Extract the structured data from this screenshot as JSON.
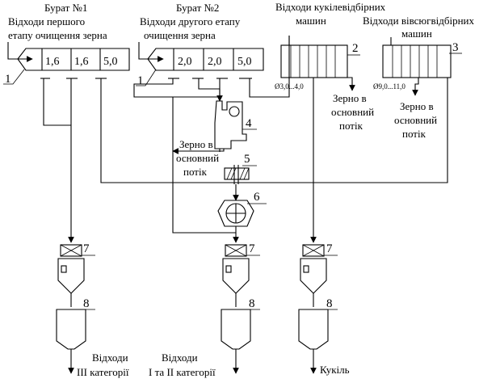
{
  "burat1": {
    "title": "Бурат №1",
    "desc_line1": "Відходи першого",
    "desc_line2": "етапу очищення зерна",
    "sieves": [
      "1,6",
      "1,6",
      "5,0"
    ],
    "num": "1"
  },
  "burat2": {
    "title": "Бурат №2",
    "desc_line1": "Відходи другого етапу",
    "desc_line2": "очищення зерна",
    "sieves": [
      "2,0",
      "2,0",
      "5,0"
    ],
    "num": "1"
  },
  "trieur_kukil": {
    "title_line1": "Відходи кукілевідбірних",
    "title_line2": "машин",
    "num": "2",
    "diameter": "Ø3,0...4,0",
    "out_line1": "Зерно в",
    "out_line2": "основний",
    "out_line3": "потік"
  },
  "trieur_vivsyug": {
    "title_line1": "Відходи вівсюгвідбірних",
    "title_line2": "машин",
    "num": "3",
    "diameter": "Ø9,0...11,0",
    "out_line1": "Зерно в",
    "out_line2": "основний",
    "out_line3": "потік"
  },
  "separator": {
    "num": "4",
    "out_line1": "Зерно в",
    "out_line2": "основний",
    "out_line3": "потік"
  },
  "magnet": {
    "num": "5"
  },
  "crusher": {
    "num": "6"
  },
  "scales_num": "7",
  "bunker_num": "8",
  "outputs": {
    "left_line1": "Відходи",
    "left_line2": "ІІІ категорії",
    "mid_line1": "Відходи",
    "mid_line2": "І та ІІ категорії",
    "right_line1": "Кукіль"
  }
}
